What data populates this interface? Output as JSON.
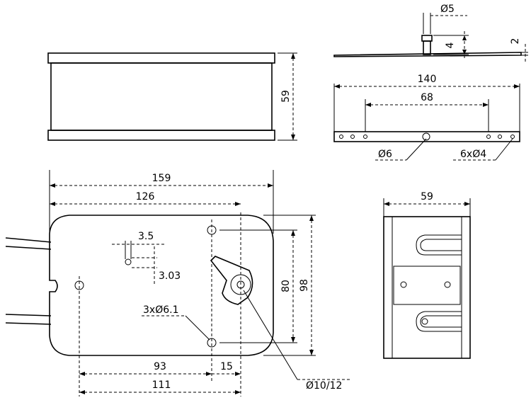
{
  "dimensions": {
    "top_left_height": "59",
    "top_right_d5": "Ø5",
    "top_right_4": "4",
    "top_right_2": "2",
    "plate_140": "140",
    "plate_68": "68",
    "plate_d6": "Ø6",
    "plate_6xd4": "6xØ4",
    "front_159": "159",
    "front_126": "126",
    "front_3_5": "3.5",
    "front_3_03": "3.03",
    "front_3xd6_1": "3xØ6.1",
    "front_80": "80",
    "front_98": "98",
    "front_93": "93",
    "front_15": "15",
    "front_111": "111",
    "front_d10_12": "Ø10/12",
    "side_59": "59"
  },
  "colors": {
    "line": "#000000",
    "background": "#ffffff"
  }
}
